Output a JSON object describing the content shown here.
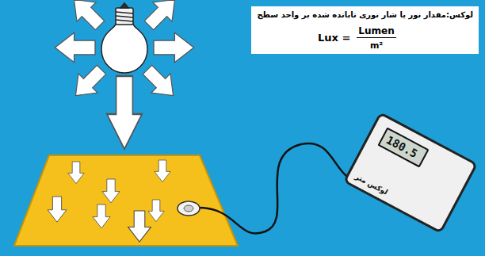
{
  "diagram": {
    "nodes": [
      {
        "text": [
          "لوکس:مقدار نور یا شار نوری تابانده شده بر واحد سطح",
          "Lux =",
          "Lumen",
          "m²"
        ]
      },
      {
        "text": [
          "لوکس متر"
        ]
      },
      {
        "text": [
          "180.5"
        ],
        "in": 1
      }
    ]
  }
}
